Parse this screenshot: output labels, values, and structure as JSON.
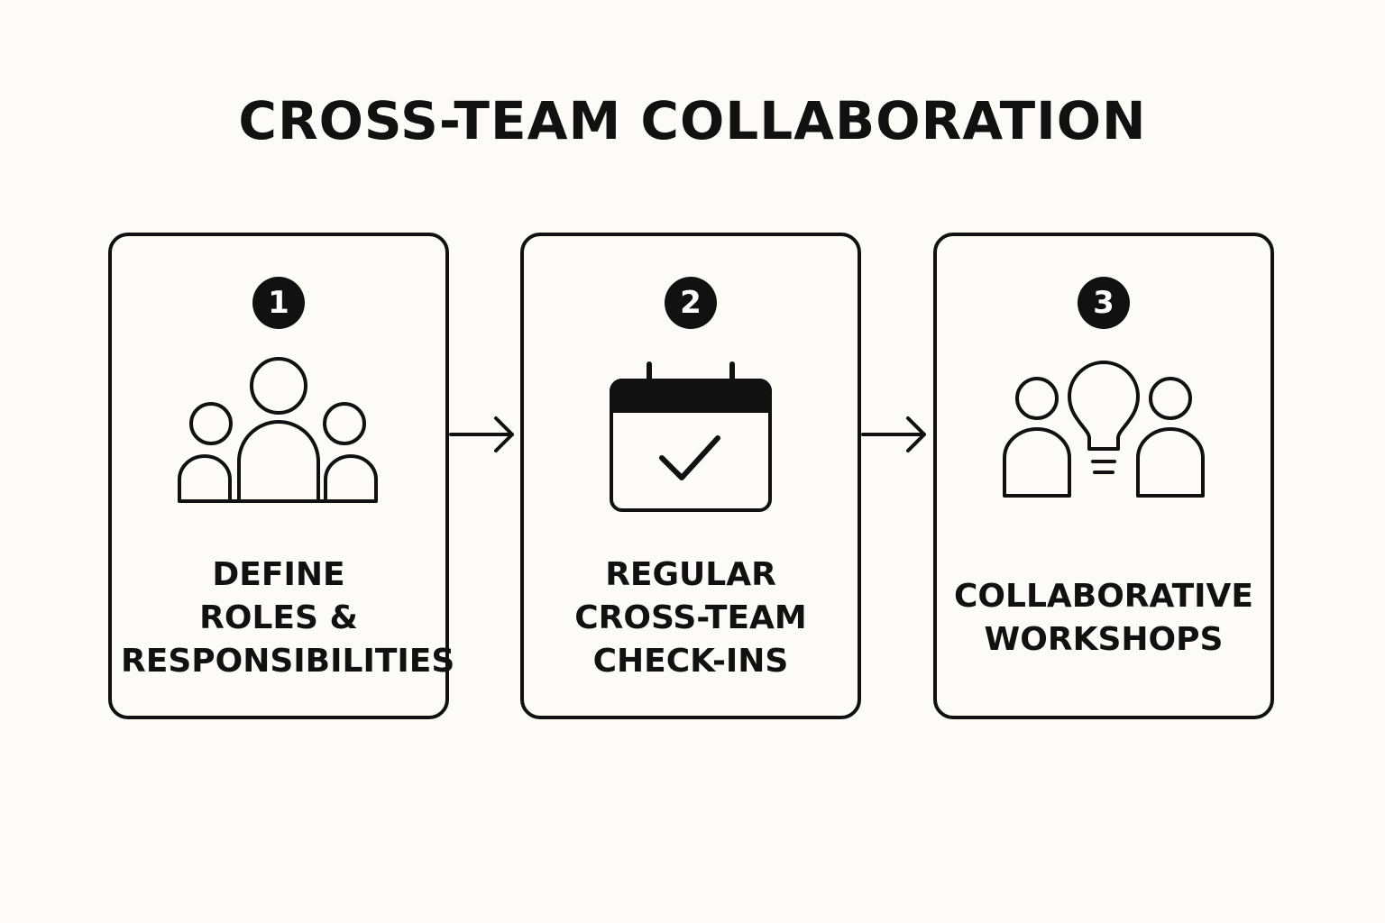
{
  "title": "CROSS-TEAM COLLABORATION",
  "steps": [
    {
      "number": "1",
      "icon": "team-people-icon",
      "label_lines": [
        "DEFINE",
        "ROLES &",
        "RESPONSIBILITIES"
      ]
    },
    {
      "number": "2",
      "icon": "calendar-check-icon",
      "label_lines": [
        "REGULAR",
        "CROSS-TEAM",
        "CHECK-INS"
      ]
    },
    {
      "number": "3",
      "icon": "people-lightbulb-icon",
      "label_lines": [
        "COLLABORATIVE",
        "WORKSHOPS"
      ]
    }
  ],
  "connectors": [
    "arrow-right-icon",
    "arrow-right-icon"
  ],
  "colors": {
    "background": "#fcfbf7",
    "ink": "#111111",
    "badge_text": "#ffffff"
  }
}
